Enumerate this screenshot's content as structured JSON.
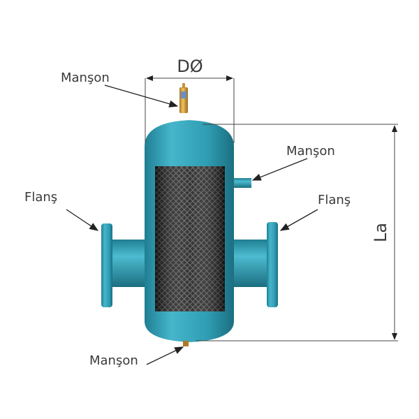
{
  "labels": {
    "top_sleeve": "Manşon",
    "side_sleeve": "Manşon",
    "bottom_sleeve": "Manşon",
    "left_flange": "Flanş",
    "right_flange": "Flanş"
  },
  "dimensions": {
    "diameter": "DØ",
    "height": "La"
  },
  "colors": {
    "body": "#2f9db3",
    "mesh": "#2b2b2b",
    "brass": "#d9a440",
    "line": "#444444"
  }
}
